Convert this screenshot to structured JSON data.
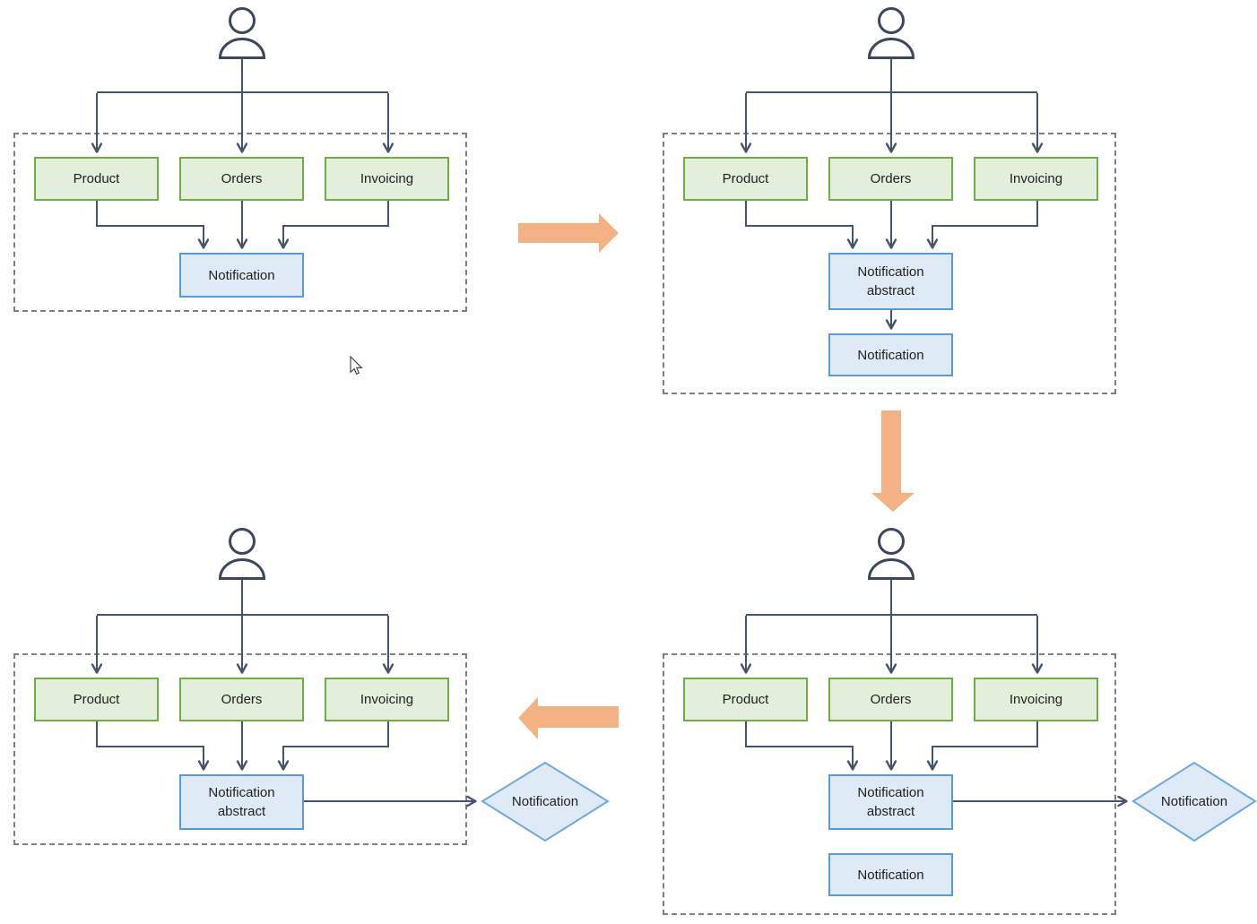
{
  "colors": {
    "module_fill": "#E2EFDA",
    "module_border": "#70AD47",
    "notification_fill": "#DEEBF7",
    "notification_border": "#5B9BD5",
    "diamond_fill": "#DEEBF7",
    "diamond_border": "#6FA8DC",
    "connector": "#44546A",
    "container_border": "#7F7F7F",
    "flow_arrow": "#F4B183"
  },
  "panels": {
    "top_left": {
      "modules": {
        "product": "Product",
        "orders": "Orders",
        "invoicing": "Invoicing"
      },
      "notification_box": "Notification"
    },
    "top_right": {
      "modules": {
        "product": "Product",
        "orders": "Orders",
        "invoicing": "Invoicing"
      },
      "notification_abstract_box": "Notification\nabstract",
      "notification_box": "Notification"
    },
    "bottom_right": {
      "modules": {
        "product": "Product",
        "orders": "Orders",
        "invoicing": "Invoicing"
      },
      "notification_abstract_box": "Notification\nabstract",
      "notification_box": "Notification",
      "notification_diamond": "Notification"
    },
    "bottom_left": {
      "modules": {
        "product": "Product",
        "orders": "Orders",
        "invoicing": "Invoicing"
      },
      "notification_abstract_box": "Notification\nabstract",
      "notification_diamond": "Notification"
    }
  }
}
